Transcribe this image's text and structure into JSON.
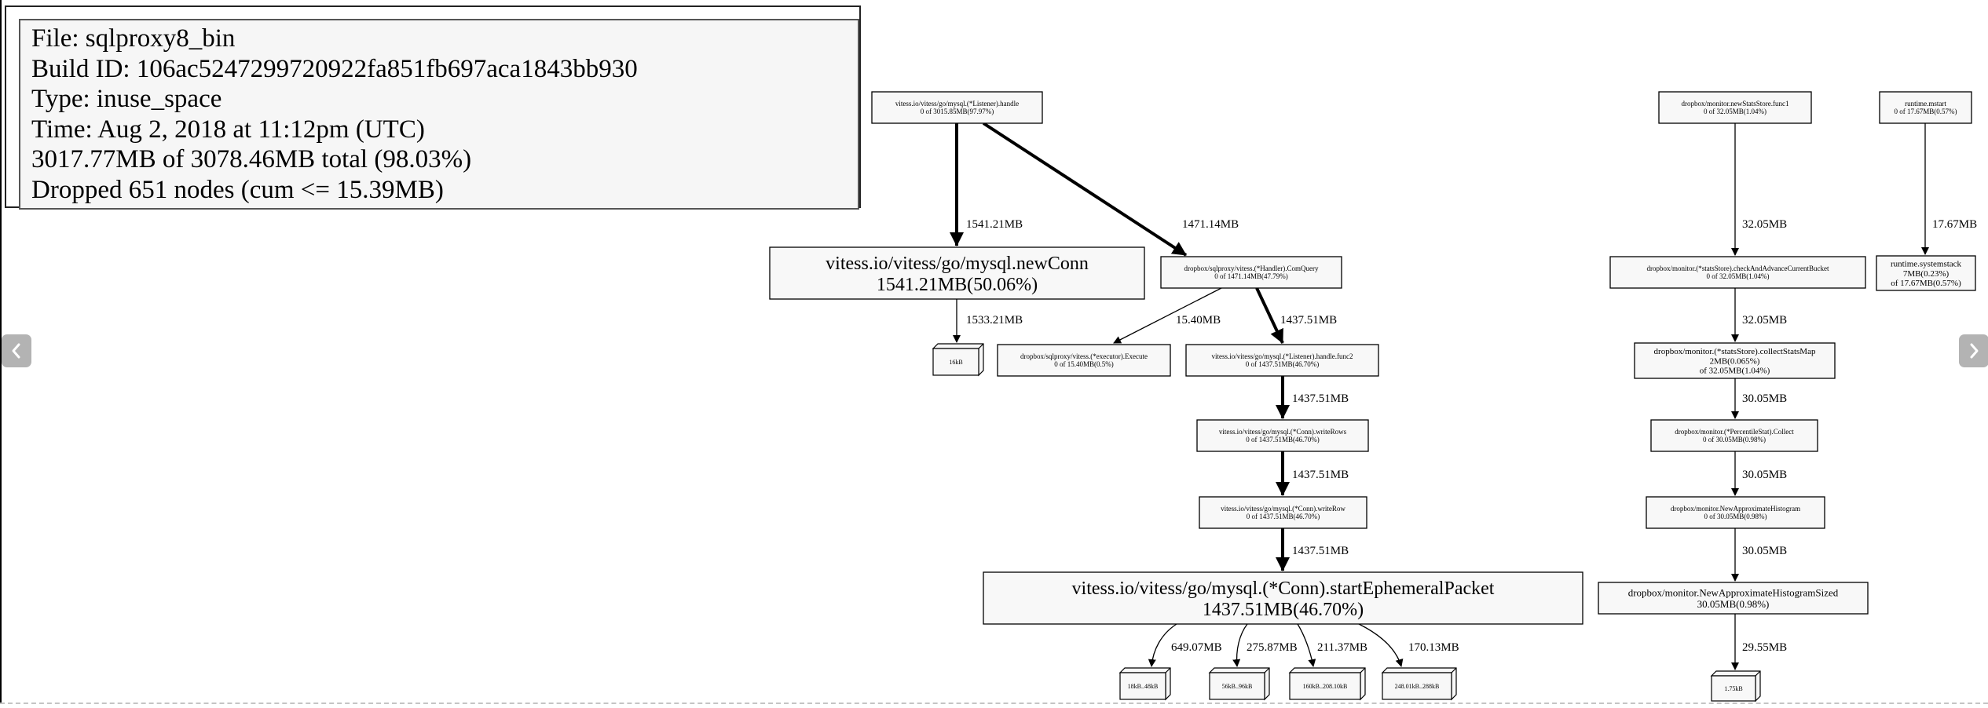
{
  "legend": {
    "file": "File: sqlproxy8_bin",
    "build_id": "Build ID: 106ac5247299720922fa851fb697aca1843bb930",
    "type": "Type: inuse_space",
    "time": "Time: Aug 2, 2018 at 11:12pm (UTC)",
    "total": "3017.77MB of 3078.46MB total (98.03%)",
    "dropped": "Dropped 651 nodes (cum <= 15.39MB)"
  },
  "navigation": {
    "prev_icon": "chevron-left-icon",
    "next_icon": "chevron-right-icon"
  },
  "colors": {
    "node_fill": "#f8f8f8",
    "node_stroke": "#000000",
    "nav_button": "#b3b3b3",
    "edge": "#000000"
  },
  "nodes": [
    {
      "id": "listener_handle",
      "lines": [
        "vitess.io/vitess/go/mysql.(*Listener).handle",
        "0 of 3015.85MB(97.97%)"
      ],
      "size": "small"
    },
    {
      "id": "newconn",
      "lines": [
        "vitess.io/vitess/go/mysql.newConn",
        "1541.21MB(50.06%)"
      ],
      "size": "large"
    },
    {
      "id": "comquery",
      "lines": [
        "dropbox/sqlproxy/vitess.(*Handler).ComQuery",
        "0 of 1471.14MB(47.79%)"
      ],
      "size": "small"
    },
    {
      "id": "newconn_16kb",
      "lines": [
        "16kB"
      ],
      "size": "box3d"
    },
    {
      "id": "executor_execute",
      "lines": [
        "dropbox/sqlproxy/vitess.(*executor).Execute",
        "0 of 15.40MB(0.5%)"
      ],
      "size": "small"
    },
    {
      "id": "listener_handle_func2",
      "lines": [
        "vitess.io/vitess/go/mysql.(*Listener).handle.func2",
        "0 of 1437.51MB(46.70%)"
      ],
      "size": "small"
    },
    {
      "id": "writerows",
      "lines": [
        "vitess.io/vitess/go/mysql.(*Conn).writeRows",
        "0 of 1437.51MB(46.70%)"
      ],
      "size": "small"
    },
    {
      "id": "writerow",
      "lines": [
        "vitess.io/vitess/go/mysql.(*Conn).writeRow",
        "0 of 1437.51MB(46.70%)"
      ],
      "size": "small"
    },
    {
      "id": "start_ephemeral",
      "lines": [
        "vitess.io/vitess/go/mysql.(*Conn).startEphemeralPacket",
        "1437.51MB(46.70%)"
      ],
      "size": "large"
    },
    {
      "id": "bucket_18_48",
      "lines": [
        "18kB..48kB"
      ],
      "size": "box3d"
    },
    {
      "id": "bucket_56_96",
      "lines": [
        "56kB..96kB"
      ],
      "size": "box3d"
    },
    {
      "id": "bucket_160_208",
      "lines": [
        "160kB..208.10kB"
      ],
      "size": "box3d"
    },
    {
      "id": "bucket_248_288",
      "lines": [
        "248.01kB..288kB"
      ],
      "size": "box3d"
    },
    {
      "id": "newstatsstore_func1",
      "lines": [
        "dropbox/monitor.newStatsStore.func1",
        "0 of 32.05MB(1.04%)"
      ],
      "size": "small"
    },
    {
      "id": "check_advance_bucket",
      "lines": [
        "dropbox/monitor.(*statsStore).checkAndAdvanceCurrentBucket",
        "0 of 32.05MB(1.04%)"
      ],
      "size": "small"
    },
    {
      "id": "collectstatsmap",
      "lines": [
        "dropbox/monitor.(*statsStore).collectStatsMap",
        "2MB(0.065%)",
        "of 32.05MB(1.04%)"
      ],
      "size": "medium"
    },
    {
      "id": "percentilestat_collect",
      "lines": [
        "dropbox/monitor.(*PercentileStat).Collect",
        "0 of 30.05MB(0.98%)"
      ],
      "size": "small"
    },
    {
      "id": "new_approx_histogram",
      "lines": [
        "dropbox/monitor.NewApproximateHistogram",
        "0 of 30.05MB(0.98%)"
      ],
      "size": "small"
    },
    {
      "id": "new_approx_histogram_sized",
      "lines": [
        "dropbox/monitor.NewApproximateHistogramSized",
        "30.05MB(0.98%)"
      ],
      "size": "medium_wide"
    },
    {
      "id": "histsized_1_75kb",
      "lines": [
        "1.75kB"
      ],
      "size": "box3d"
    },
    {
      "id": "runtime_mstart",
      "lines": [
        "runtime.mstart",
        "0 of 17.67MB(0.57%)"
      ],
      "size": "small"
    },
    {
      "id": "runtime_systemstack",
      "lines": [
        "runtime.systemstack",
        "7MB(0.23%)",
        "of 17.67MB(0.57%)"
      ],
      "size": "medium"
    }
  ],
  "edges": [
    {
      "from": "listener_handle",
      "to": "newconn",
      "label": "1541.21MB",
      "weight": "heavy"
    },
    {
      "from": "listener_handle",
      "to": "comquery",
      "label": "1471.14MB",
      "weight": "heavy"
    },
    {
      "from": "newconn",
      "to": "newconn_16kb",
      "label": "1533.21MB",
      "weight": "thin"
    },
    {
      "from": "comquery",
      "to": "executor_execute",
      "label": "15.40MB",
      "weight": "thin"
    },
    {
      "from": "comquery",
      "to": "listener_handle_func2",
      "label": "1437.51MB",
      "weight": "heavy"
    },
    {
      "from": "listener_handle_func2",
      "to": "writerows",
      "label": "1437.51MB",
      "weight": "heavy"
    },
    {
      "from": "writerows",
      "to": "writerow",
      "label": "1437.51MB",
      "weight": "heavy"
    },
    {
      "from": "writerow",
      "to": "start_ephemeral",
      "label": "1437.51MB",
      "weight": "heavy"
    },
    {
      "from": "start_ephemeral",
      "to": "bucket_18_48",
      "label": "649.07MB",
      "weight": "thin"
    },
    {
      "from": "start_ephemeral",
      "to": "bucket_56_96",
      "label": "275.87MB",
      "weight": "thin"
    },
    {
      "from": "start_ephemeral",
      "to": "bucket_160_208",
      "label": "211.37MB",
      "weight": "thin"
    },
    {
      "from": "start_ephemeral",
      "to": "bucket_248_288",
      "label": "170.13MB",
      "weight": "thin"
    },
    {
      "from": "newstatsstore_func1",
      "to": "check_advance_bucket",
      "label": "32.05MB",
      "weight": "thin"
    },
    {
      "from": "check_advance_bucket",
      "to": "collectstatsmap",
      "label": "32.05MB",
      "weight": "thin"
    },
    {
      "from": "collectstatsmap",
      "to": "percentilestat_collect",
      "label": "30.05MB",
      "weight": "thin"
    },
    {
      "from": "percentilestat_collect",
      "to": "new_approx_histogram",
      "label": "30.05MB",
      "weight": "thin"
    },
    {
      "from": "new_approx_histogram",
      "to": "new_approx_histogram_sized",
      "label": "30.05MB",
      "weight": "thin"
    },
    {
      "from": "new_approx_histogram_sized",
      "to": "histsized_1_75kb",
      "label": "29.55MB",
      "weight": "thin"
    },
    {
      "from": "runtime_mstart",
      "to": "runtime_systemstack",
      "label": "17.67MB",
      "weight": "thin"
    }
  ]
}
